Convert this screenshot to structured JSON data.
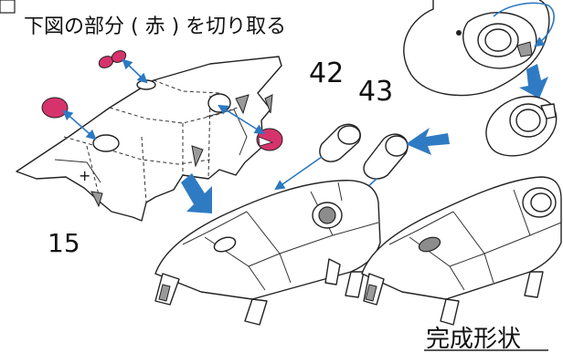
{
  "instruction": "下図の部分 ( 赤 ) を切り取る",
  "completed_label": "完成形状",
  "parts": {
    "part_15": "15",
    "part_42": "42",
    "part_43": "43"
  },
  "colors": {
    "cutout_red": "#d6336c",
    "arrow_blue": "#2f7bc3",
    "line_blue": "#2b79c2"
  }
}
